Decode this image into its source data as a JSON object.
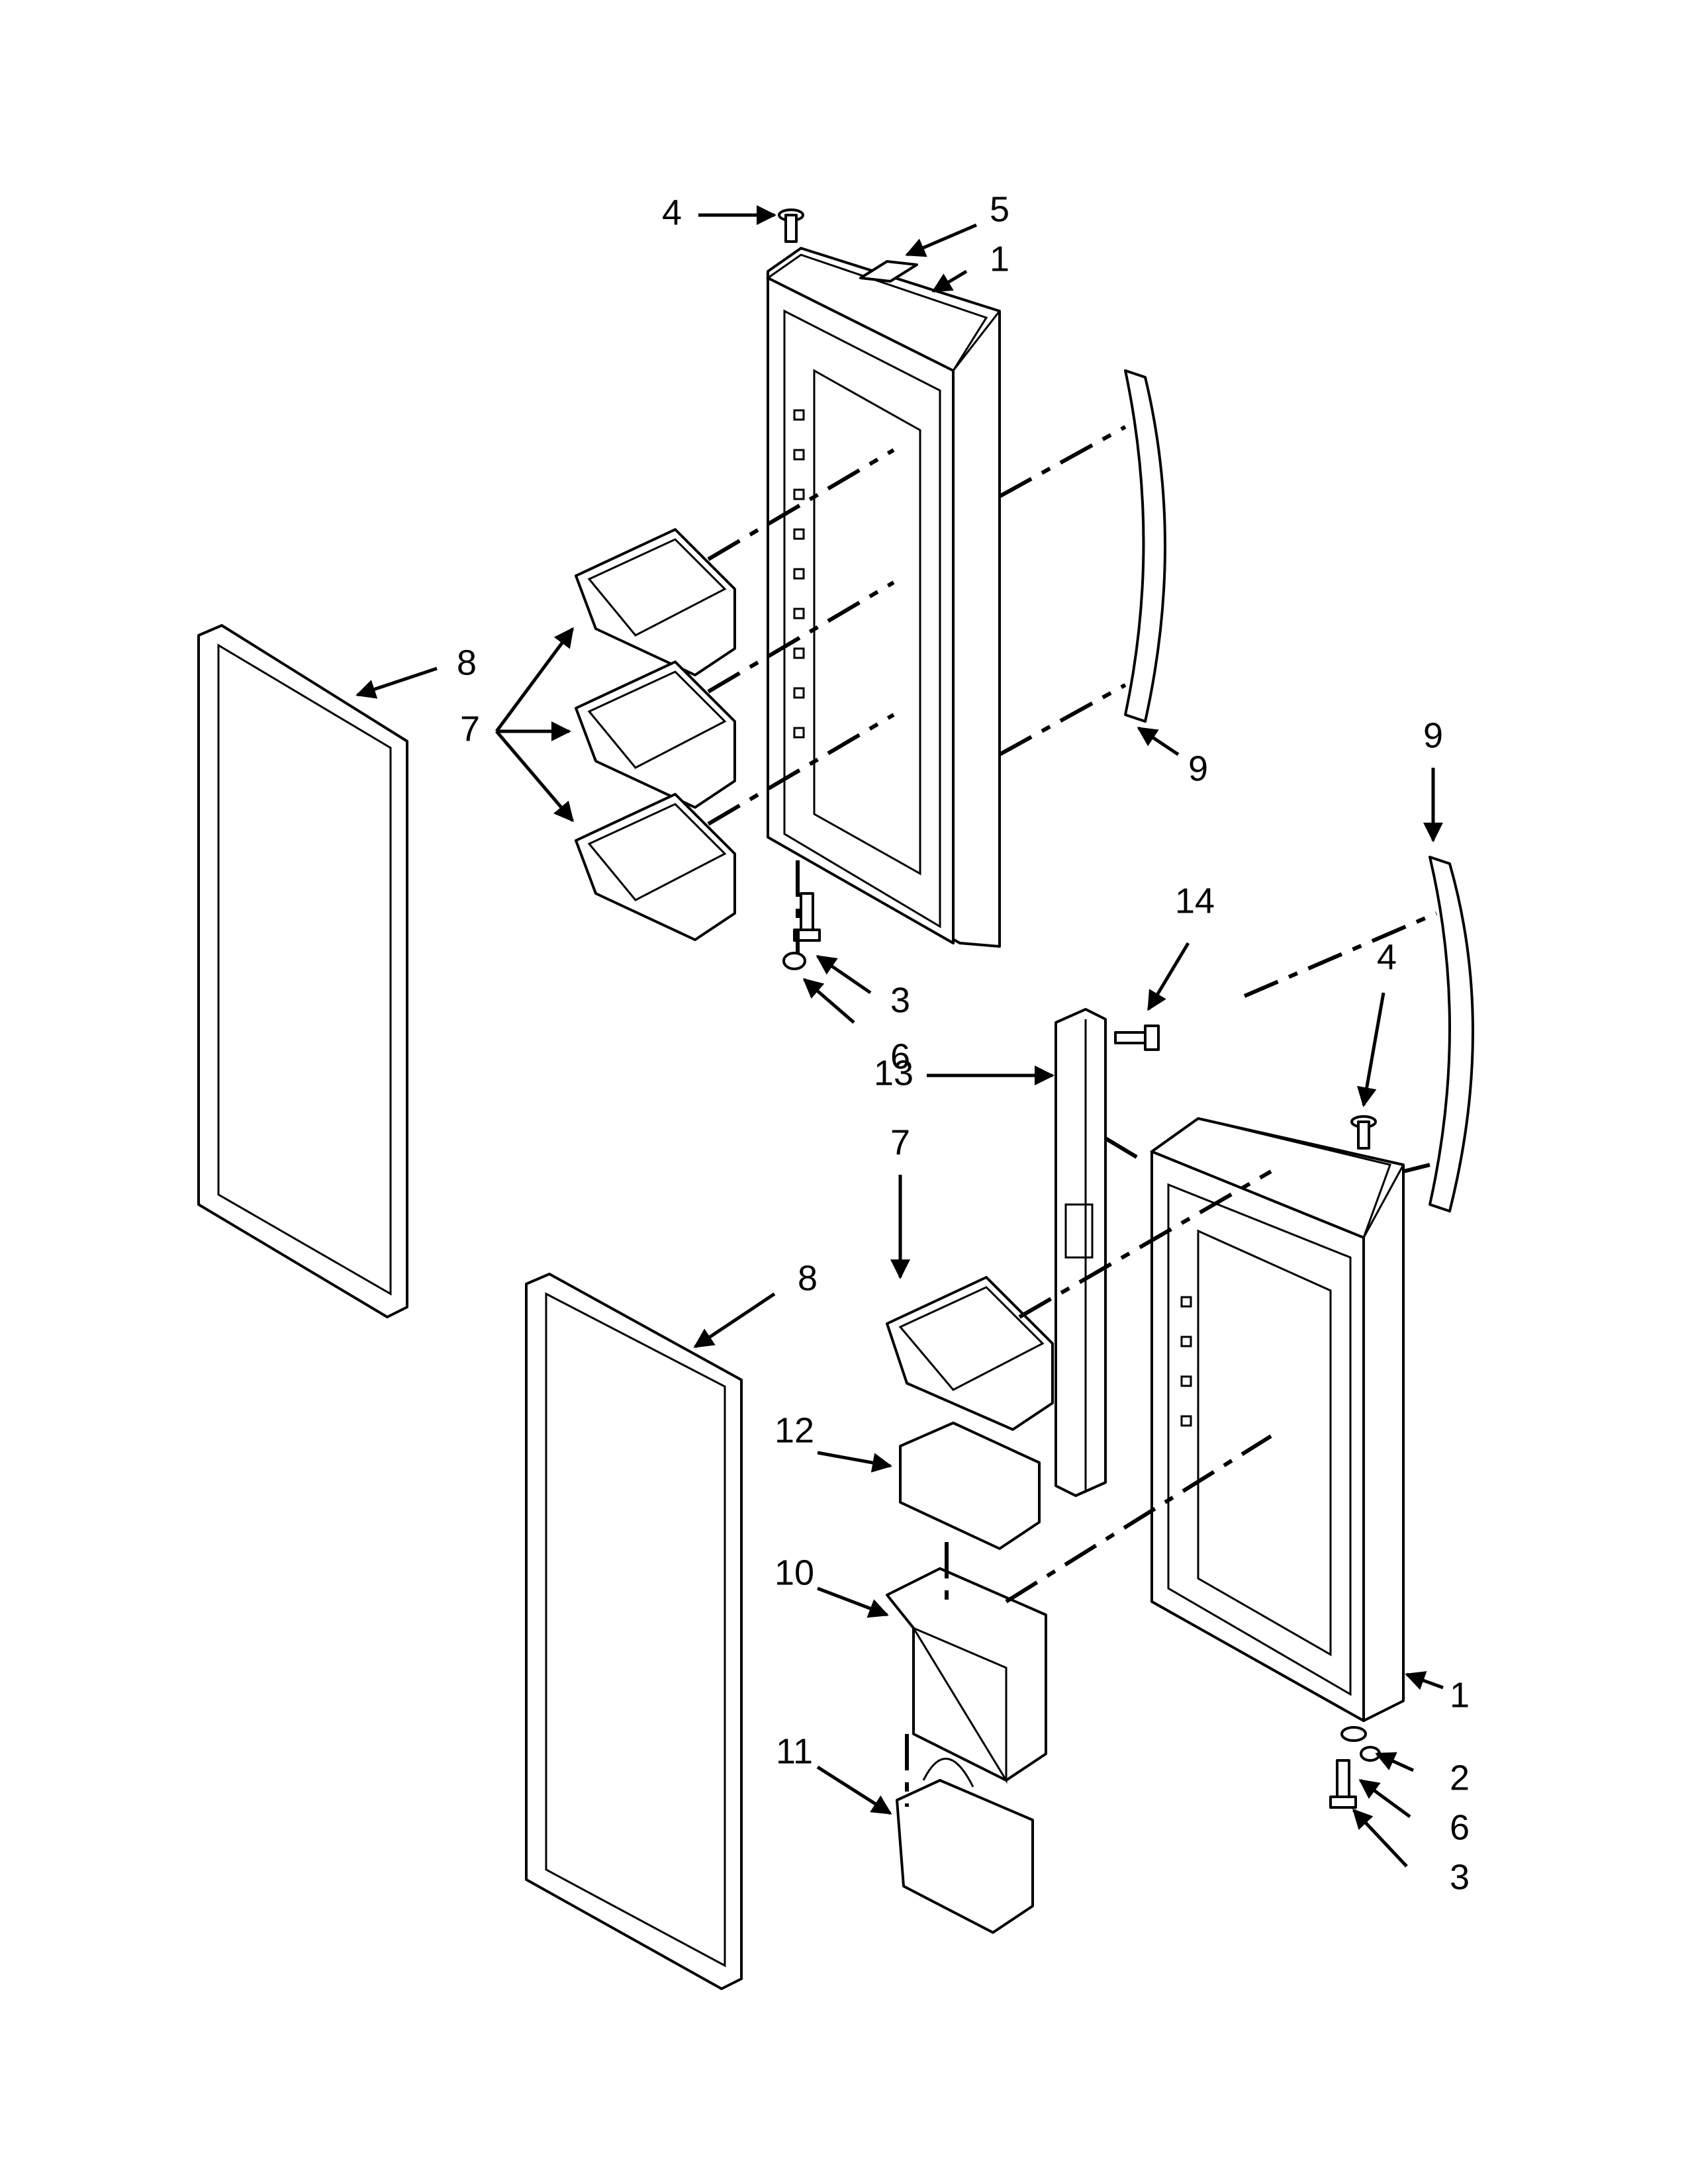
{
  "diagram": {
    "callouts": {
      "c1": "4",
      "c2": "5",
      "c3": "1",
      "c4": "8",
      "c5": "7",
      "c6": "9",
      "c7": "3",
      "c8": "6",
      "c9": "9",
      "c10": "14",
      "c11": "4",
      "c12": "13",
      "c13": "7",
      "c14": "8",
      "c15": "12",
      "c16": "10",
      "c17": "11",
      "c18": "1",
      "c19": "2",
      "c20": "6",
      "c21": "3"
    }
  }
}
